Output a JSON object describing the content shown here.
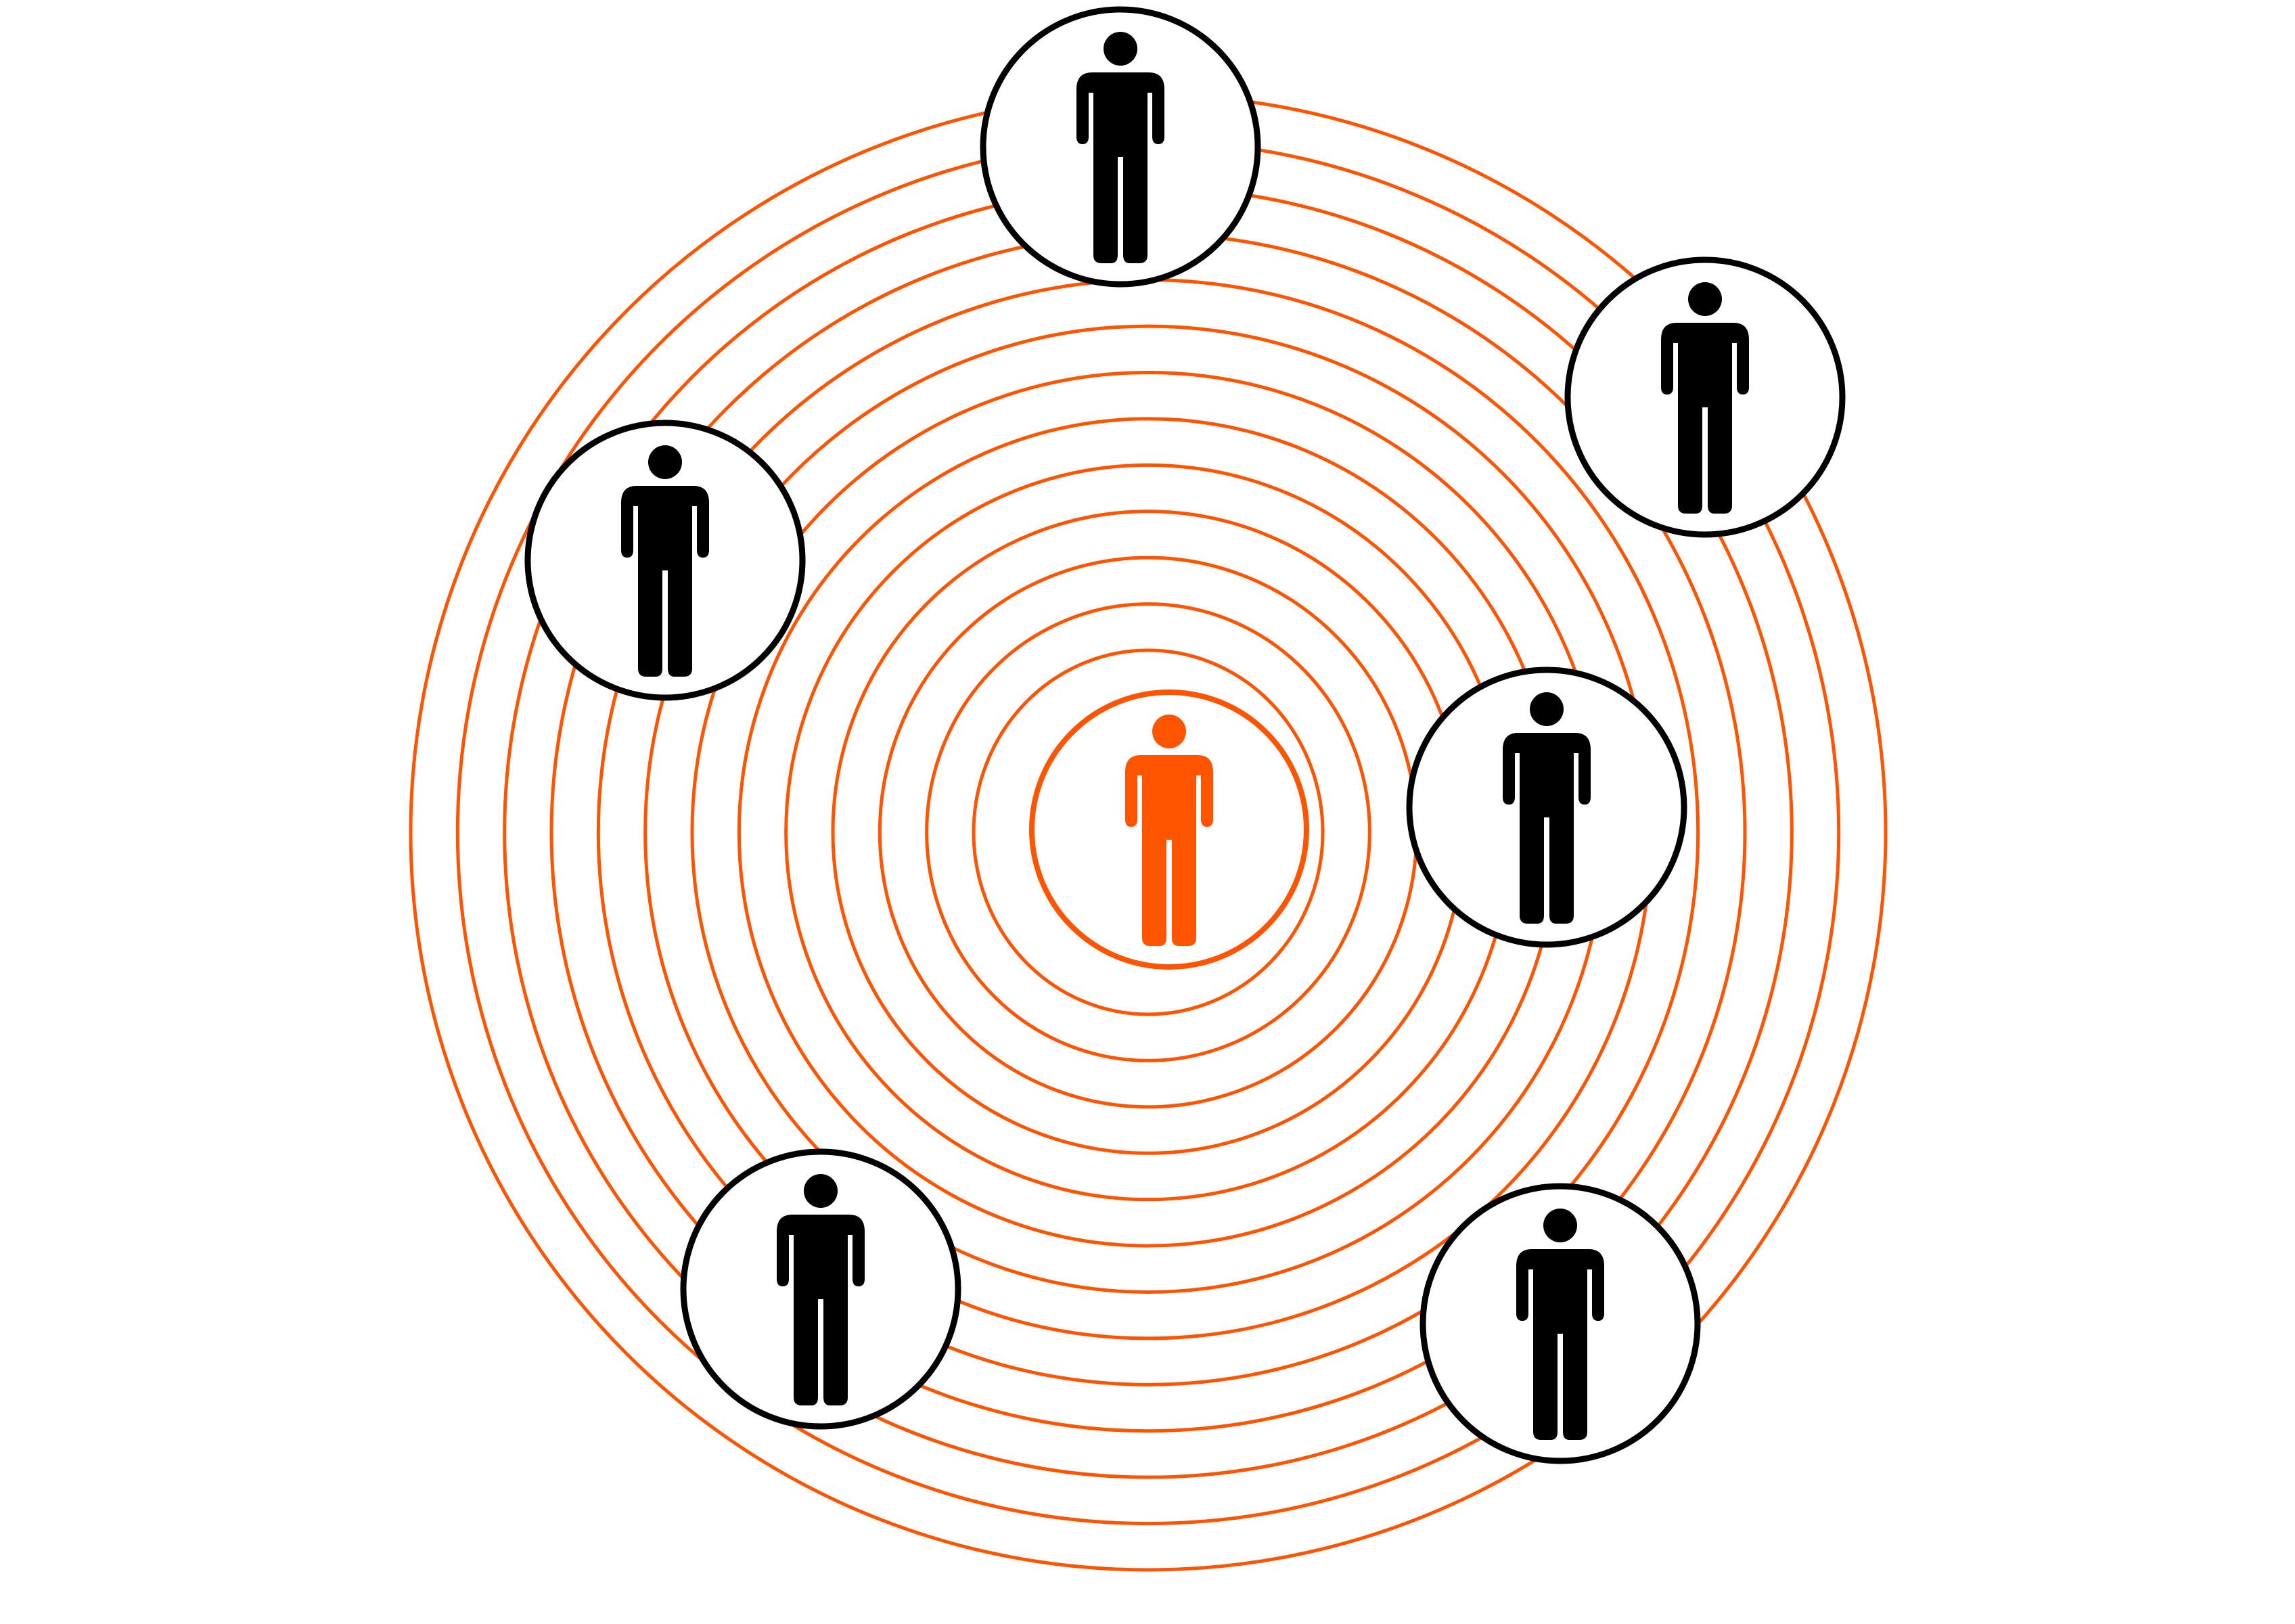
{
  "colors": {
    "background": "#ffffff",
    "ring": "#ff5500",
    "center_person": "#ff5500",
    "person": "#000000",
    "node_outline": "#000000",
    "node_fill": "#ffffff"
  },
  "diagram": {
    "ring_count": 13,
    "center": {
      "icon": "person-icon",
      "color_role": "highlight"
    },
    "nodes": [
      {
        "id": "top",
        "icon": "person-icon"
      },
      {
        "id": "upper-right",
        "icon": "person-icon"
      },
      {
        "id": "upper-left",
        "icon": "person-icon"
      },
      {
        "id": "middle-right",
        "icon": "person-icon"
      },
      {
        "id": "lower-left",
        "icon": "person-icon"
      },
      {
        "id": "lower-right",
        "icon": "person-icon"
      }
    ]
  }
}
